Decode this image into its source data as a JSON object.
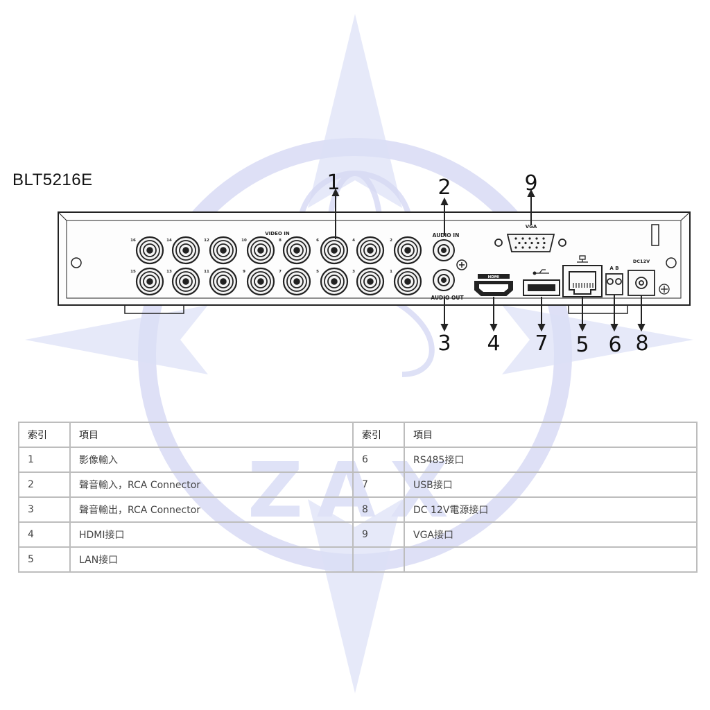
{
  "model": "BLT5216E",
  "watermark_text": "ZAX",
  "colors": {
    "watermark": "#c9cdf0",
    "line": "#222222",
    "border": "#bdbdbd"
  },
  "panel_labels": {
    "video_in": "VIDEO IN",
    "audio_in": "AUDIO IN",
    "audio_out": "AUDIO OUT",
    "vga": "VGA",
    "hdmi": "HDMI",
    "ab": "A B",
    "dc": "DC12V"
  },
  "channel_numbers": {
    "top": [
      "16",
      "14",
      "12",
      "10",
      "8",
      "6",
      "4",
      "2"
    ],
    "bottom": [
      "15",
      "13",
      "11",
      "9",
      "7",
      "5",
      "3",
      "1"
    ]
  },
  "callouts": [
    "1",
    "2",
    "3",
    "4",
    "5",
    "6",
    "7",
    "8",
    "9"
  ],
  "table": {
    "headers": [
      "索引",
      "項目",
      "索引",
      "項目"
    ],
    "rows": [
      [
        "1",
        "影像輸入",
        "6",
        "RS485接口"
      ],
      [
        "2",
        "聲音輸入，RCA Connector",
        "7",
        "USB接口"
      ],
      [
        "3",
        "聲音輸出，RCA Connector",
        "8",
        "DC 12V電源接口"
      ],
      [
        "4",
        "HDMI接口",
        "9",
        "VGA接口"
      ],
      [
        "5",
        "LAN接口",
        "",
        ""
      ]
    ]
  }
}
